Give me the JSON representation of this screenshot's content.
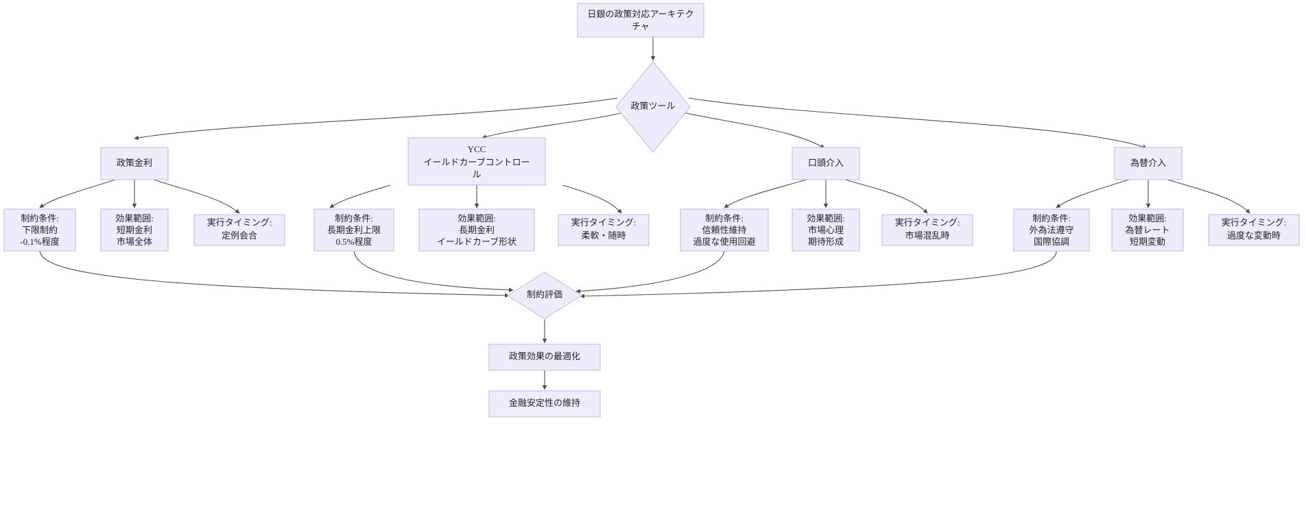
{
  "diagram": {
    "title": "日銀の政策対応アーキテクチャ",
    "type": "flowchart",
    "direction": "top-down",
    "colors": {
      "node_fill": "#ececfb",
      "node_stroke": "#c2bdeb",
      "edge_stroke": "#4d4d52",
      "text": "#1f1f28",
      "background": "#ffffff"
    },
    "nodes": {
      "root": {
        "label": "日銀の政策対応アーキテクチャ",
        "lines": [
          "日銀の政策対応アーキテク",
          "チャ"
        ],
        "shape": "rect"
      },
      "tools": {
        "label": "政策ツール",
        "lines": [
          "政策ツール"
        ],
        "shape": "diamond"
      },
      "policy_rate": {
        "label": "政策金利",
        "lines": [
          "政策金利"
        ],
        "shape": "rect"
      },
      "ycc": {
        "label": "YCC イールドカーブコントロール",
        "lines": [
          "YCC",
          "イールドカーブコントロー",
          "ル"
        ],
        "shape": "rect"
      },
      "verbal": {
        "label": "口頭介入",
        "lines": [
          "口頭介入"
        ],
        "shape": "rect"
      },
      "fx": {
        "label": "為替介入",
        "lines": [
          "為替介入"
        ],
        "shape": "rect"
      },
      "pr_constraint": {
        "label": "制約条件: 下限制約 -0.1%程度",
        "lines": [
          "制約条件:",
          "下限制約",
          "-0.1%程度"
        ],
        "shape": "rect"
      },
      "pr_scope": {
        "label": "効果範囲: 短期金利 市場全体",
        "lines": [
          "効果範囲:",
          "短期金利",
          "市場全体"
        ],
        "shape": "rect"
      },
      "pr_timing": {
        "label": "実行タイミング: 定例会合",
        "lines": [
          "実行タイミング:",
          "定例会合"
        ],
        "shape": "rect"
      },
      "ycc_constraint": {
        "label": "制約条件: 長期金利上限 0.5%程度",
        "lines": [
          "制約条件:",
          "長期金利上限",
          "0.5%程度"
        ],
        "shape": "rect"
      },
      "ycc_scope": {
        "label": "効果範囲: 長期金利 イールドカーブ形状",
        "lines": [
          "効果範囲:",
          "長期金利",
          "イールドカーブ形状"
        ],
        "shape": "rect"
      },
      "ycc_timing": {
        "label": "実行タイミング: 柔軟・随時",
        "lines": [
          "実行タイミング:",
          "柔軟・随時"
        ],
        "shape": "rect"
      },
      "vb_constraint": {
        "label": "制約条件: 信頼性維持 過度な使用回避",
        "lines": [
          "制約条件:",
          "信頼性維持",
          "過度な使用回避"
        ],
        "shape": "rect"
      },
      "vb_scope": {
        "label": "効果範囲: 市場心理 期待形成",
        "lines": [
          "効果範囲:",
          "市場心理",
          "期待形成"
        ],
        "shape": "rect"
      },
      "vb_timing": {
        "label": "実行タイミング: 市場混乱時",
        "lines": [
          "実行タイミング:",
          "市場混乱時"
        ],
        "shape": "rect"
      },
      "fx_constraint": {
        "label": "制約条件: 外為法遵守 国際協調",
        "lines": [
          "制約条件:",
          "外為法遵守",
          "国際協調"
        ],
        "shape": "rect"
      },
      "fx_scope": {
        "label": "効果範囲: 為替レート 短期変動",
        "lines": [
          "効果範囲:",
          "為替レート",
          "短期変動"
        ],
        "shape": "rect"
      },
      "fx_timing": {
        "label": "実行タイミング: 過度な変動時",
        "lines": [
          "実行タイミング:",
          "過度な変動時"
        ],
        "shape": "rect"
      },
      "evaluation": {
        "label": "制約評価",
        "lines": [
          "制約評価"
        ],
        "shape": "diamond"
      },
      "optimize": {
        "label": "政策効果の最適化",
        "lines": [
          "政策効果の最適化"
        ],
        "shape": "rect"
      },
      "stability": {
        "label": "金融安定性の維持",
        "lines": [
          "金融安定性の維持"
        ],
        "shape": "rect"
      }
    },
    "edges": [
      {
        "from": "root",
        "to": "tools"
      },
      {
        "from": "tools",
        "to": "policy_rate"
      },
      {
        "from": "tools",
        "to": "ycc"
      },
      {
        "from": "tools",
        "to": "verbal"
      },
      {
        "from": "tools",
        "to": "fx"
      },
      {
        "from": "policy_rate",
        "to": "pr_constraint"
      },
      {
        "from": "policy_rate",
        "to": "pr_scope"
      },
      {
        "from": "policy_rate",
        "to": "pr_timing"
      },
      {
        "from": "ycc",
        "to": "ycc_constraint"
      },
      {
        "from": "ycc",
        "to": "ycc_scope"
      },
      {
        "from": "ycc",
        "to": "ycc_timing"
      },
      {
        "from": "verbal",
        "to": "vb_constraint"
      },
      {
        "from": "verbal",
        "to": "vb_scope"
      },
      {
        "from": "verbal",
        "to": "vb_timing"
      },
      {
        "from": "fx",
        "to": "fx_constraint"
      },
      {
        "from": "fx",
        "to": "fx_scope"
      },
      {
        "from": "fx",
        "to": "fx_timing"
      },
      {
        "from": "pr_constraint",
        "to": "evaluation"
      },
      {
        "from": "ycc_constraint",
        "to": "evaluation"
      },
      {
        "from": "vb_constraint",
        "to": "evaluation"
      },
      {
        "from": "fx_constraint",
        "to": "evaluation"
      },
      {
        "from": "evaluation",
        "to": "optimize"
      },
      {
        "from": "optimize",
        "to": "stability"
      }
    ]
  }
}
